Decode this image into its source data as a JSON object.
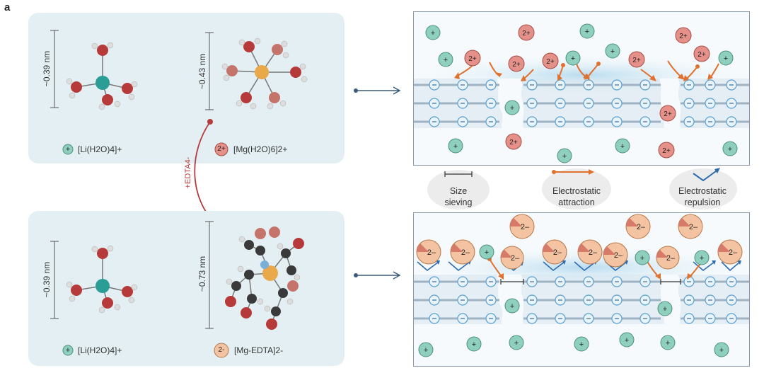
{
  "figure_label": "a",
  "top_left": {
    "li_dim": "~0.39 nm",
    "mg_dim": "~0.43 nm",
    "li_legend": "[Li(H2O)4]+",
    "mg_legend": "[Mg(H2O)6]2+",
    "li_ion_sign": "+",
    "mg_ion_sign": "2+"
  },
  "edta_label": "+EDTA4-",
  "bottom_left": {
    "li_dim": "~0.39 nm",
    "mg_dim": "~0.73 nm",
    "li_legend": "[Li(H2O)4]+",
    "mg_legend": "[Mg-EDTA]2-",
    "li_ion_sign": "+",
    "mg_ion_sign": "2-"
  },
  "key": {
    "size_sieving": "Size sieving",
    "attraction": "Electrostatic attraction",
    "repulsion": "Electrostatic repulsion"
  },
  "membrane_charge": "-",
  "colors": {
    "li": "#8fcfbe",
    "mg": "#e5918a",
    "mg_edta": "#f4c4a2",
    "attraction_arrow": "#e0712e",
    "repulsion_arrow": "#2d6bb0",
    "membrane": "#c8dce6"
  }
}
